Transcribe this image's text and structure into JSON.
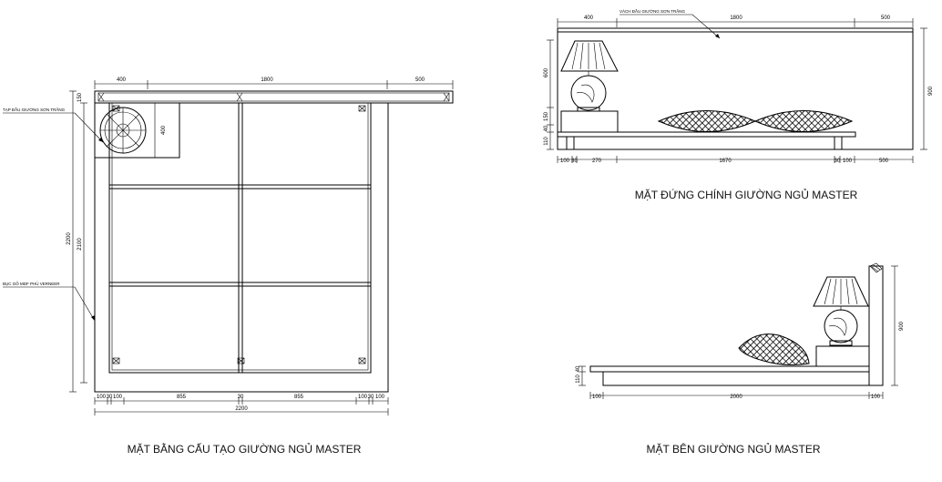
{
  "plan": {
    "caption": "MẶT BẰNG CẤU TẠO GIƯỜNG NGỦ MASTER",
    "note_headboard": "TẠP ĐẦU GIƯỜNG SƠN TRẮNG",
    "note_frame": "BỤC GỖ MDF PHỦ VERNEER",
    "dims_top": [
      "400",
      "1800",
      "500"
    ],
    "dim_left_outer": "2200",
    "dim_left_inner": "2100",
    "dim_head_thick": "150",
    "dim_nightstand": "400",
    "dims_bottom": [
      "100",
      "30",
      "100",
      "855",
      "30",
      "855",
      "100",
      "30",
      "100"
    ],
    "dim_bottom_total": "2200"
  },
  "front": {
    "caption": "MẶT ĐỨNG CHÍNH GIƯỜNG NGỦ MASTER",
    "note_headboard": "VÁCH ĐẦU GIƯỜNG SƠN TRẮNG",
    "dims_top": [
      "400",
      "1800",
      "500"
    ],
    "dims_left": [
      "600",
      "150",
      "40",
      "110"
    ],
    "dim_right": "900",
    "dims_bottom": [
      "100",
      "30",
      "270",
      "1670",
      "30",
      "100",
      "500"
    ]
  },
  "side": {
    "caption": "MẶT BÊN GIƯỜNG NGỦ MASTER",
    "dims_left": [
      "40",
      "110"
    ],
    "dim_right": "900",
    "dims_bottom": [
      "100",
      "2000",
      "100"
    ]
  }
}
